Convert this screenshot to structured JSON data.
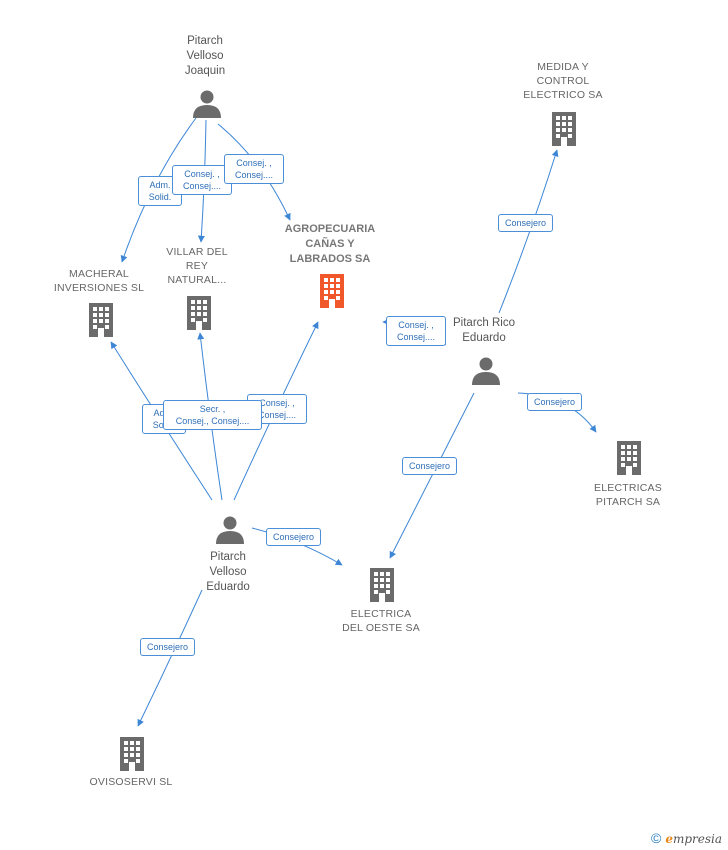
{
  "nodes": {
    "pitarch_velloso_joaquin": {
      "label": [
        "Pitarch",
        "Velloso",
        "Joaquin"
      ],
      "kind": "person"
    },
    "agropecuaria": {
      "label": [
        "AGROPECUARIA",
        "CAÑAS Y",
        "LABRADOS SA"
      ],
      "kind": "focus-company"
    },
    "villar_del_rey": {
      "label": [
        "VILLAR DEL",
        "REY",
        "NATURAL..."
      ],
      "kind": "company"
    },
    "macheral": {
      "label": [
        "MACHERAL",
        "INVERSIONES SL"
      ],
      "kind": "company"
    },
    "medida_y_control": {
      "label": [
        "MEDIDA Y",
        "CONTROL",
        "ELECTRICO SA"
      ],
      "kind": "company"
    },
    "pitarch_rico_eduardo": {
      "label": [
        "Pitarch Rico",
        "Eduardo"
      ],
      "kind": "person"
    },
    "electricas_pitarch": {
      "label": [
        "ELECTRICAS",
        "PITARCH SA"
      ],
      "kind": "company"
    },
    "pitarch_velloso_eduardo": {
      "label": [
        "Pitarch",
        "Velloso",
        "Eduardo"
      ],
      "kind": "person"
    },
    "electrica_del_oeste": {
      "label": [
        "ELECTRICA",
        "DEL OESTE SA"
      ],
      "kind": "company"
    },
    "ovisoservi": {
      "label": [
        "OVISOSERVI SL"
      ],
      "kind": "company"
    }
  },
  "edges": {
    "joaquin_macheral": [
      "Adm.",
      "Solid."
    ],
    "joaquin_villar": [
      "Consej. ,",
      "Consej...."
    ],
    "joaquin_agropecuaria": [
      "Consej. ,",
      "Consej...."
    ],
    "rico_medida": [
      "Consejero"
    ],
    "rico_agropecuaria": [
      "Consej. ,",
      "Consej...."
    ],
    "rico_electricas": [
      "Consejero"
    ],
    "rico_oeste": [
      "Consejero"
    ],
    "eduardo_macheral": [
      "Adm.",
      "Solid."
    ],
    "eduardo_villar": [
      "Secr. ,",
      "Consej., Consej...."
    ],
    "eduardo_agropecuaria": [
      "Consej. ,",
      "Consej...."
    ],
    "eduardo_oeste": [
      "Consejero"
    ],
    "eduardo_ovisoservi": [
      "Consejero"
    ]
  },
  "colors": {
    "edge": "#3d86d6",
    "icon": "#6b6b6b",
    "focus_icon": "#f0582b",
    "edge_label_border": "#4a8fd8",
    "edge_label_text": "#2f6fb8"
  },
  "brand": {
    "copyright": "©",
    "initial": "e",
    "rest": "mpresia"
  }
}
